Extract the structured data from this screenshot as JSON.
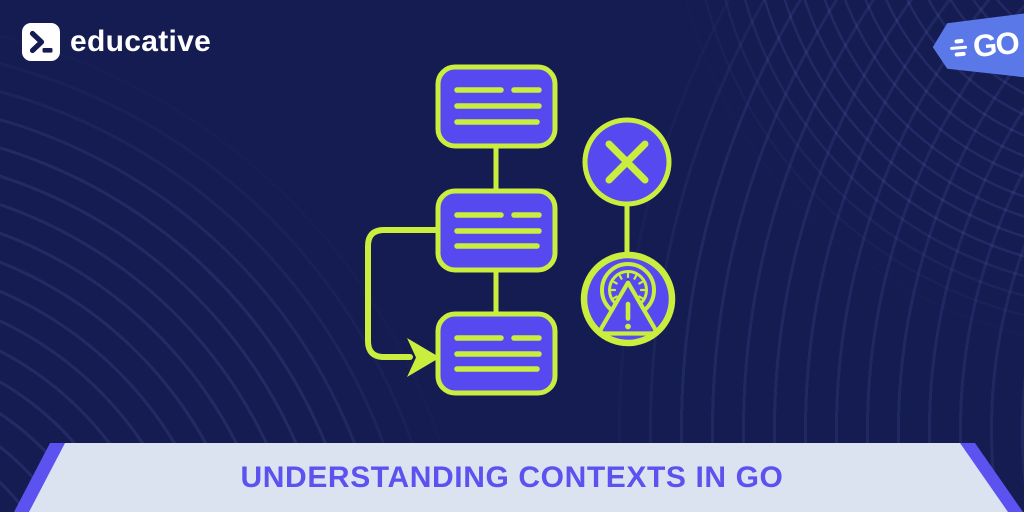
{
  "brand": {
    "logo_text": "educative",
    "logo_icon": "terminal-prompt-icon",
    "icon_bg": "#FFFFFF"
  },
  "badge": {
    "label": "GO",
    "icon": "speed-lines-icon",
    "bg": "#5B78E8"
  },
  "banner": {
    "title": "UNDERSTANDING CONTEXTS IN GO",
    "bg": "#DBE3F1",
    "title_color": "#5B52F0",
    "stripe_color": "#5B52F0"
  },
  "colors": {
    "background": "#151C52",
    "node_fill": "#5749F0",
    "accent_lime": "#C9EE3E",
    "hand_dark": "#1D2562",
    "white": "#FFFFFF"
  },
  "illustration": {
    "flowchart": {
      "nodes": [
        {
          "name": "task-node-1",
          "text_line_segments": 4
        },
        {
          "name": "task-node-2",
          "text_line_segments": 4
        },
        {
          "name": "task-node-3",
          "text_line_segments": 4
        }
      ],
      "connectors": 2,
      "loop_arrow": "loop-back-arrow"
    },
    "status_column": [
      {
        "name": "cancel-circle",
        "icon": "x-cancel-icon"
      },
      {
        "name": "timeout-circle",
        "icon": "stopwatch-warning-icon"
      }
    ]
  }
}
